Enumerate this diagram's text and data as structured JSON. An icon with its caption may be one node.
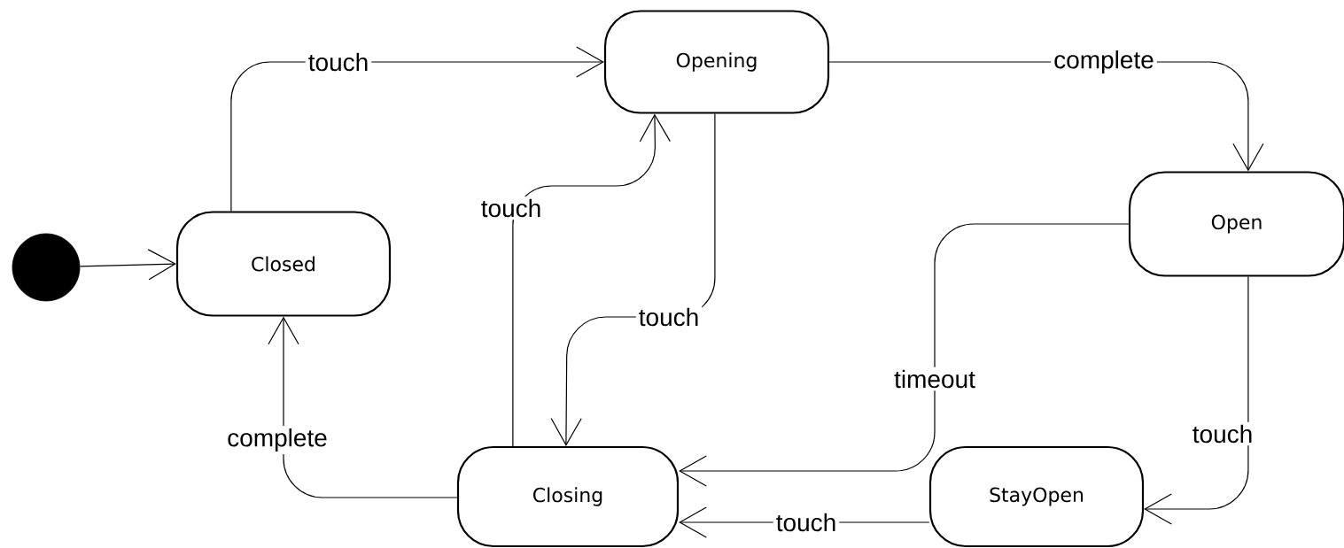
{
  "diagram": {
    "nodes": [
      {
        "text": [],
        "shape": "circle"
      },
      {
        "text": [
          "Closed"
        ]
      },
      {
        "text": [
          "Opening"
        ]
      },
      {
        "text": [
          "Open"
        ]
      },
      {
        "text": [
          "Closing"
        ]
      },
      {
        "text": [
          "StayOpen"
        ]
      }
    ],
    "edges": [
      {
        "from": 0,
        "to": 1,
        "arrow": "to"
      },
      {
        "from": 1,
        "to": 2,
        "arrow": "to",
        "label": "touch"
      },
      {
        "from": 2,
        "to": 3,
        "arrow": "to",
        "label": "complete"
      },
      {
        "from": 2,
        "to": 4,
        "arrow": "to",
        "label": "touch"
      },
      {
        "from": 4,
        "to": 2,
        "arrow": "to",
        "label": "touch"
      },
      {
        "from": 3,
        "to": 4,
        "arrow": "to",
        "label": "timeout"
      },
      {
        "from": 3,
        "to": 5,
        "arrow": "to",
        "label": "touch"
      },
      {
        "from": 5,
        "to": 4,
        "arrow": "to",
        "label": "touch"
      },
      {
        "from": 4,
        "to": 1,
        "arrow": "to",
        "label": "complete"
      }
    ]
  }
}
